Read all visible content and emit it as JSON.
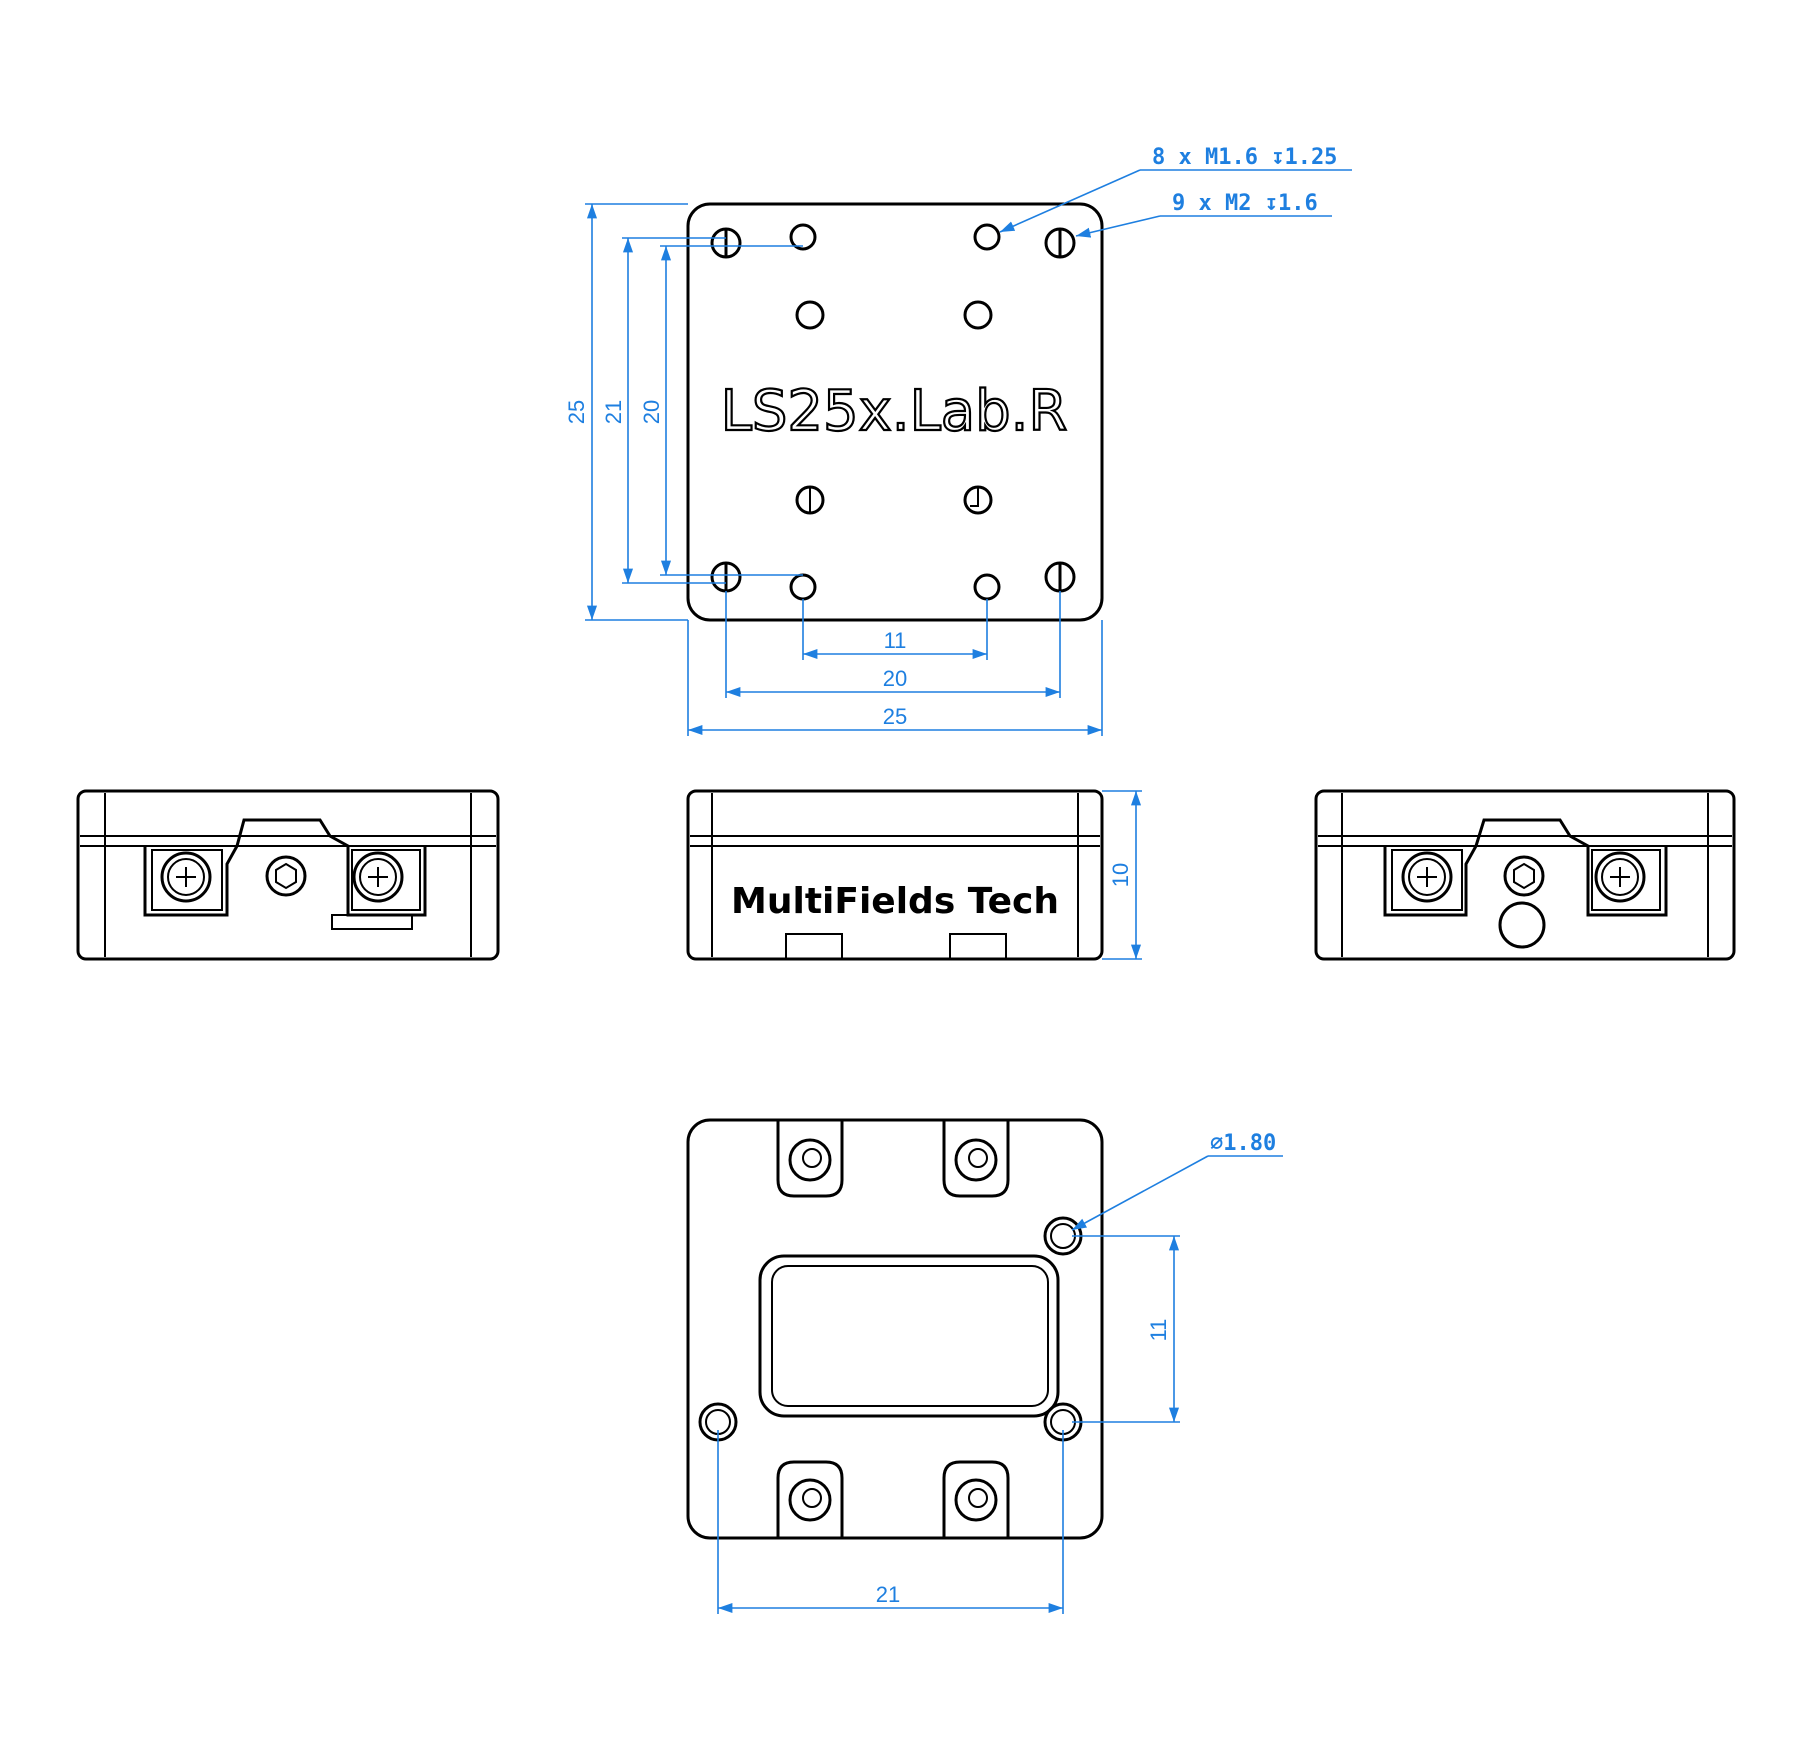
{
  "colors": {
    "outline": "#000000",
    "dimension": "#1e7fe0",
    "background": "#ffffff"
  },
  "top_view": {
    "label": "LS25x.Lab.R",
    "callouts": {
      "holes_m16": "8 x M1.6 ↧1.25",
      "holes_m2": "9 x M2 ↧1.6"
    },
    "dims": {
      "height_25": "25",
      "height_21": "21",
      "height_20": "20",
      "width_11": "11",
      "width_20": "20",
      "width_25": "25"
    }
  },
  "front_view": {
    "brand": "MultiFields Tech",
    "dims": {
      "height_10": "10"
    }
  },
  "bottom_view": {
    "callout_diameter": "∅1.80",
    "dims": {
      "spacing_11": "11",
      "spacing_21": "21"
    }
  }
}
